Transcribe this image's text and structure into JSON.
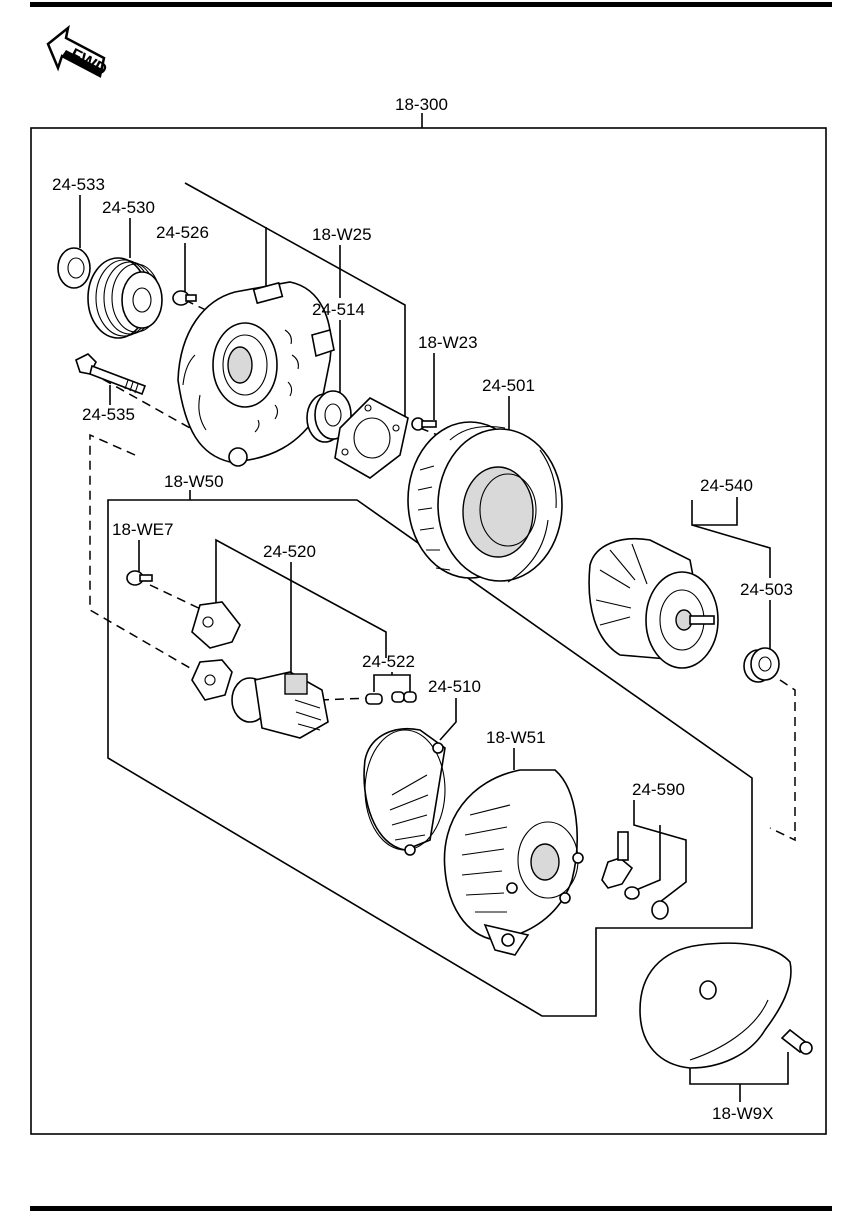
{
  "fwd_label": "FWD",
  "assembly_label": "18-300",
  "parts": [
    {
      "key": "p24533",
      "label": "24-533"
    },
    {
      "key": "p24530",
      "label": "24-530"
    },
    {
      "key": "p24526",
      "label": "24-526"
    },
    {
      "key": "p18W25",
      "label": "18-W25"
    },
    {
      "key": "p24514",
      "label": "24-514"
    },
    {
      "key": "p18W23",
      "label": "18-W23"
    },
    {
      "key": "p24501",
      "label": "24-501"
    },
    {
      "key": "p24535",
      "label": "24-535"
    },
    {
      "key": "p18W50",
      "label": "18-W50"
    },
    {
      "key": "p18WE7",
      "label": "18-WE7"
    },
    {
      "key": "p24520",
      "label": "24-520"
    },
    {
      "key": "p24540",
      "label": "24-540"
    },
    {
      "key": "p24503",
      "label": "24-503"
    },
    {
      "key": "p24522",
      "label": "24-522"
    },
    {
      "key": "p24510",
      "label": "24-510"
    },
    {
      "key": "p18W51",
      "label": "18-W51"
    },
    {
      "key": "p24590",
      "label": "24-590"
    },
    {
      "key": "p18W9X",
      "label": "18-W9X"
    }
  ]
}
